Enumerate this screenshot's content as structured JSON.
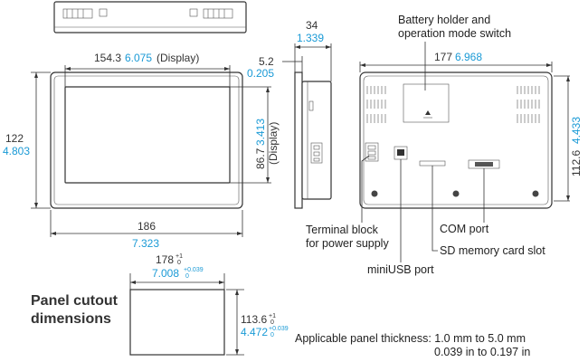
{
  "front": {
    "width_mm": "154.3",
    "width_in": "6.075",
    "width_note": "(Display)",
    "height_mm": "122",
    "height_in": "4.803",
    "disp_height_mm": "86.7",
    "disp_height_in": "3.413",
    "disp_height_note": "(Display)",
    "outer_width_mm": "186",
    "outer_width_in": "7.323"
  },
  "side": {
    "depth_mm": "34",
    "depth_in": "1.339",
    "bezel_mm": "5.2",
    "bezel_in": "0.205"
  },
  "rear": {
    "width_mm": "177",
    "width_in": "6.968",
    "height_mm": "112.6",
    "height_in": "4.433"
  },
  "callouts": {
    "battery_line1": "Battery holder and",
    "battery_line2": "operation mode switch",
    "terminal_line1": "Terminal block",
    "terminal_line2": "for power supply",
    "com": "COM port",
    "sd": "SD memory card slot",
    "usb": "miniUSB port"
  },
  "cutout": {
    "title_line1": "Panel cutout",
    "title_line2": "dimensions",
    "width_mm": "178",
    "width_tol_up": "+1",
    "width_tol_low": "0",
    "width_in": "7.008",
    "width_in_tol_up": "+0.039",
    "width_in_tol_low": "0",
    "height_mm": "113.6",
    "height_tol_up": "+1",
    "height_tol_low": "0",
    "height_in": "4.472",
    "height_in_tol_up": "+0.039",
    "height_in_tol_low": "0",
    "thickness_label": "Applicable panel thickness: 1.0 mm to 5.0 mm",
    "thickness_in": "0.039 in to 0.197 in"
  }
}
